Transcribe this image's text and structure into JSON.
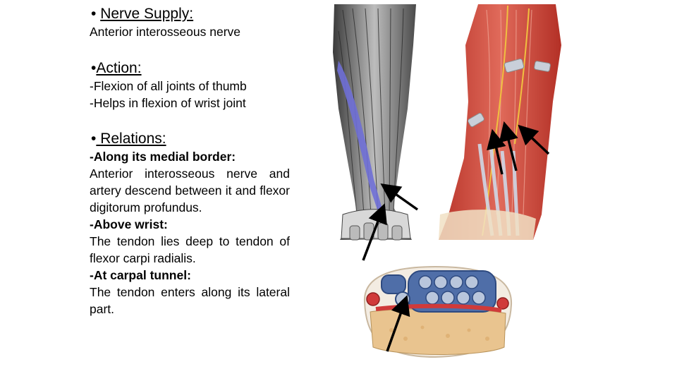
{
  "nerve_supply": {
    "bullet": "•",
    "heading": "Nerve Supply:",
    "text": "Anterior interosseous nerve"
  },
  "action": {
    "bullet": "•",
    "heading": "Action:",
    "lines": [
      "-Flexion of all joints of thumb",
      "-Helps in flexion of wrist joint"
    ]
  },
  "relations": {
    "bullet": "•",
    "heading": " Relations:",
    "medial_title": "-Along its medial border:",
    "medial_text": "Anterior interosseous nerve and artery descend between it and flexor digitorum profundus.",
    "wrist_title": "-Above wrist:",
    "wrist_text": "The tendon lies deep to tendon of flexor carpi radialis.",
    "carpal_title": "-At carpal tunnel:",
    "carpal_text": "The tendon enters along its lateral part."
  },
  "figures": {
    "forearm_muscles": "forearm-anterior-muscles-illustration",
    "forearm_dissection": "forearm-deep-dissection-illustration",
    "wrist_section": "wrist-cross-section-illustration",
    "highlight_color": "#6f6fd6",
    "muscle_color": "#d94a3f",
    "bone_color": "#e9c48f"
  }
}
